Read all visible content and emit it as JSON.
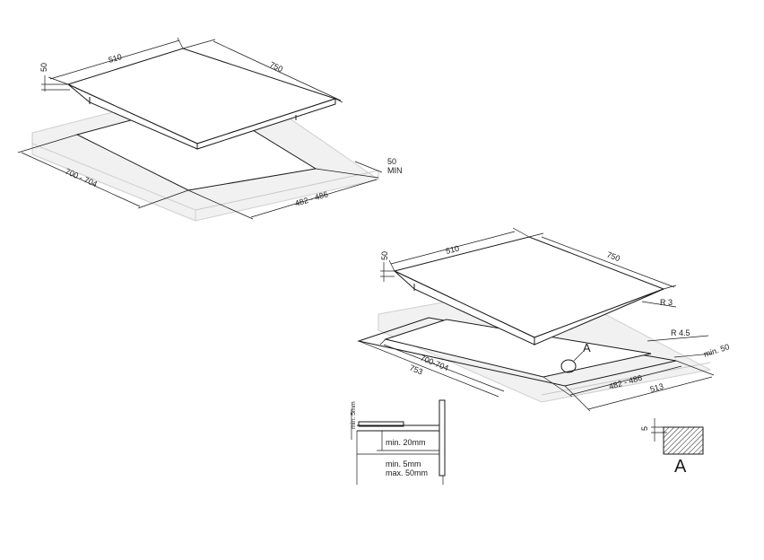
{
  "diagram_top": {
    "width_label": "510",
    "depth_label": "750",
    "thickness_label": "50",
    "cutout_width_label": "700 - 704",
    "cutout_depth_label": "482 - 486",
    "clearance_value": "50",
    "clearance_unit": "MIN"
  },
  "diagram_bottom": {
    "width_label": "510",
    "depth_label": "750",
    "thickness_label": "50",
    "corner_radius_label": "R 3",
    "cutout_radius_label": "R 4.5",
    "clearance_label": "min. 50",
    "cutout_width_label": "700-704",
    "recess_width_label": "753",
    "cutout_depth_label": "482 - 486",
    "recess_depth_label": "513",
    "detail_marker": "A"
  },
  "section_detail": {
    "min_gap_label": "min. 5mm",
    "min_depth_label": "min. 20mm",
    "min_label": "min. 5mm",
    "max_label": "max. 50mm"
  },
  "detail_a": {
    "dimension_label": "5",
    "title": "A"
  }
}
